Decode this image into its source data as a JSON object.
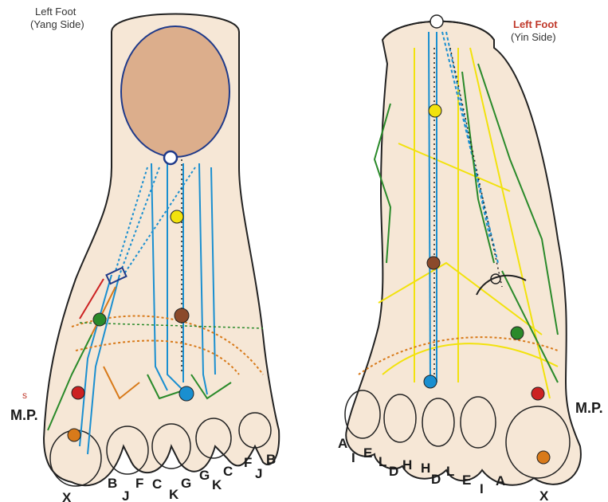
{
  "left_foot": {
    "title_line1": "Left Foot",
    "title_line2": "(Yang Side)",
    "mp_label": "M.P.",
    "side_mark": "s",
    "bottom_letters": [
      "X",
      "B",
      "J",
      "F",
      "C",
      "K",
      "G",
      "G",
      "K",
      "C",
      "F",
      "J",
      "B"
    ]
  },
  "right_foot": {
    "title_line1": "Left Foot",
    "title_line2": "(Yin Side)",
    "mp_label": "M.P.",
    "bottom_letters": [
      "A",
      "I",
      "E",
      "L",
      "D",
      "H",
      "H",
      "D",
      "L",
      "E",
      "I",
      "A",
      "X"
    ]
  },
  "colors": {
    "skin": "#f6e7d6",
    "nail": "#dcae8c",
    "outline": "#222222",
    "blue": "#1a8fd0",
    "yellow": "#f2e20d",
    "green": "#2a8a2a",
    "orange": "#d87a1a",
    "red": "#cc2222",
    "brown": "#8b4a2b"
  }
}
